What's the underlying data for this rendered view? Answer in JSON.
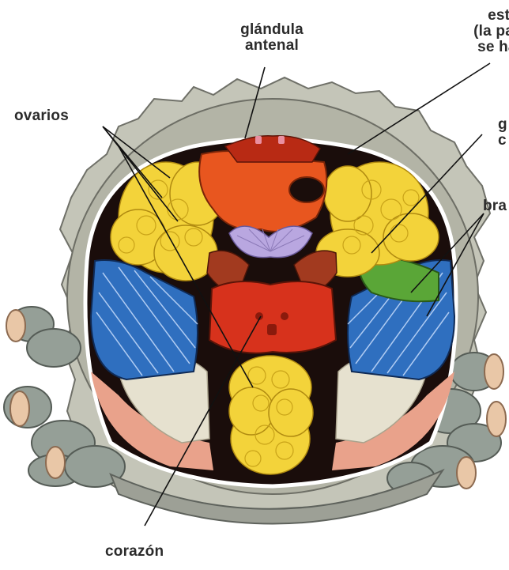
{
  "labels": {
    "glandula_antenal": "glándula\nantenal",
    "estomago": "estó\n(la parte\nse ha a",
    "ovarios": "ovarios",
    "g_right": "g\nc",
    "branquias": "bra",
    "corazon": "corazón"
  },
  "colors": {
    "shell": "#a9aa9c",
    "shell_rim": "#d8d9cf",
    "cavity": "#1a0d0b",
    "ovary": "#f3d33a",
    "ovary_shadow": "#c9a318",
    "stomach": "#e8561f",
    "heart": "#d7321c",
    "gill": "#2f6fbf",
    "gill_green": "#5aa637",
    "gland": "#b9a7e0",
    "muscle": "#a23a1f",
    "legs": "#8f9a91",
    "cut_pink": "#e9a28b"
  }
}
